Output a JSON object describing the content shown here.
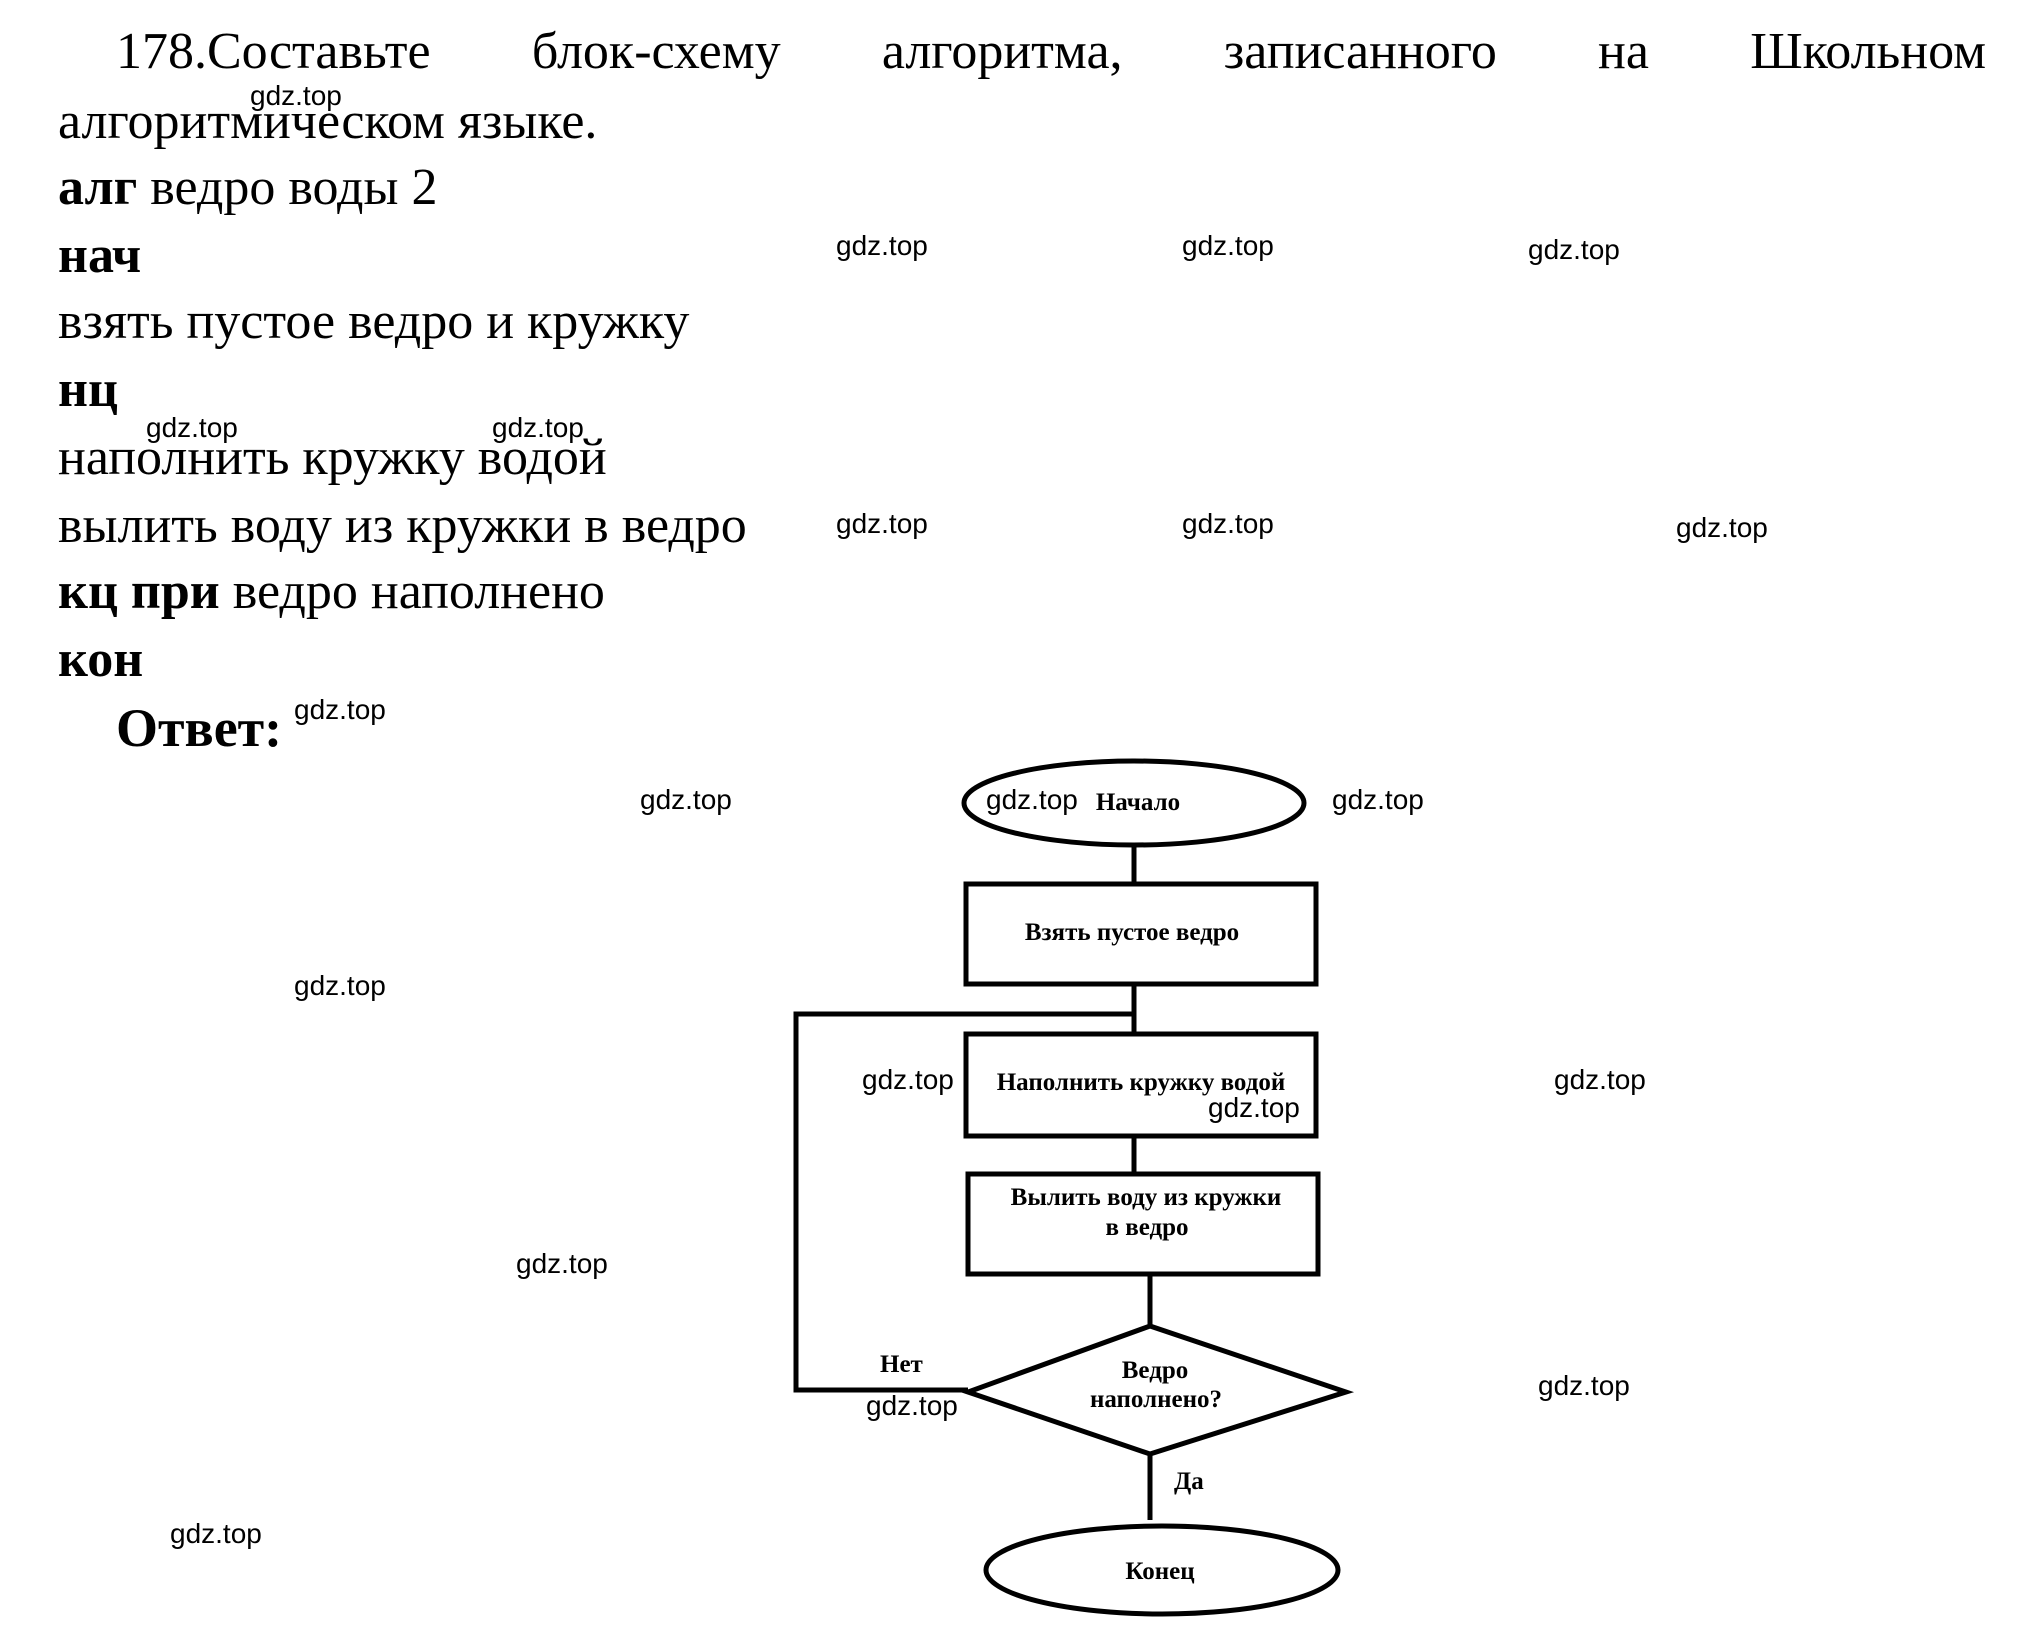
{
  "task": {
    "line1": "178.Составьте блок-схему алгоритма, записанного на Школьном",
    "line2": "алгоритмическом языке."
  },
  "program": {
    "alg_keyword": "алг",
    "alg_name": "ведро воды 2",
    "begin": "нач",
    "step_take": "взять пустое ведро и кружку",
    "loop_start": "нц",
    "step_fill": "наполнить кружку водой",
    "step_pour": "вылить воду из кружки в ведро",
    "loop_end_keyword": "кц при",
    "loop_condition": "ведро наполнено",
    "end": "кон"
  },
  "answer_label": "Ответ:",
  "flowchart": {
    "start": "Начало",
    "take": "Взять пустое ведро",
    "fill": "Наполнить кружку водой",
    "pour_line1": "Вылить воду из кружки",
    "pour_line2": "в ведро",
    "decision_line1": "Ведро",
    "decision_line2": "наполнено?",
    "no_label": "Нет",
    "yes_label": "Да",
    "end": "Конец"
  },
  "watermark": "gdz.top"
}
